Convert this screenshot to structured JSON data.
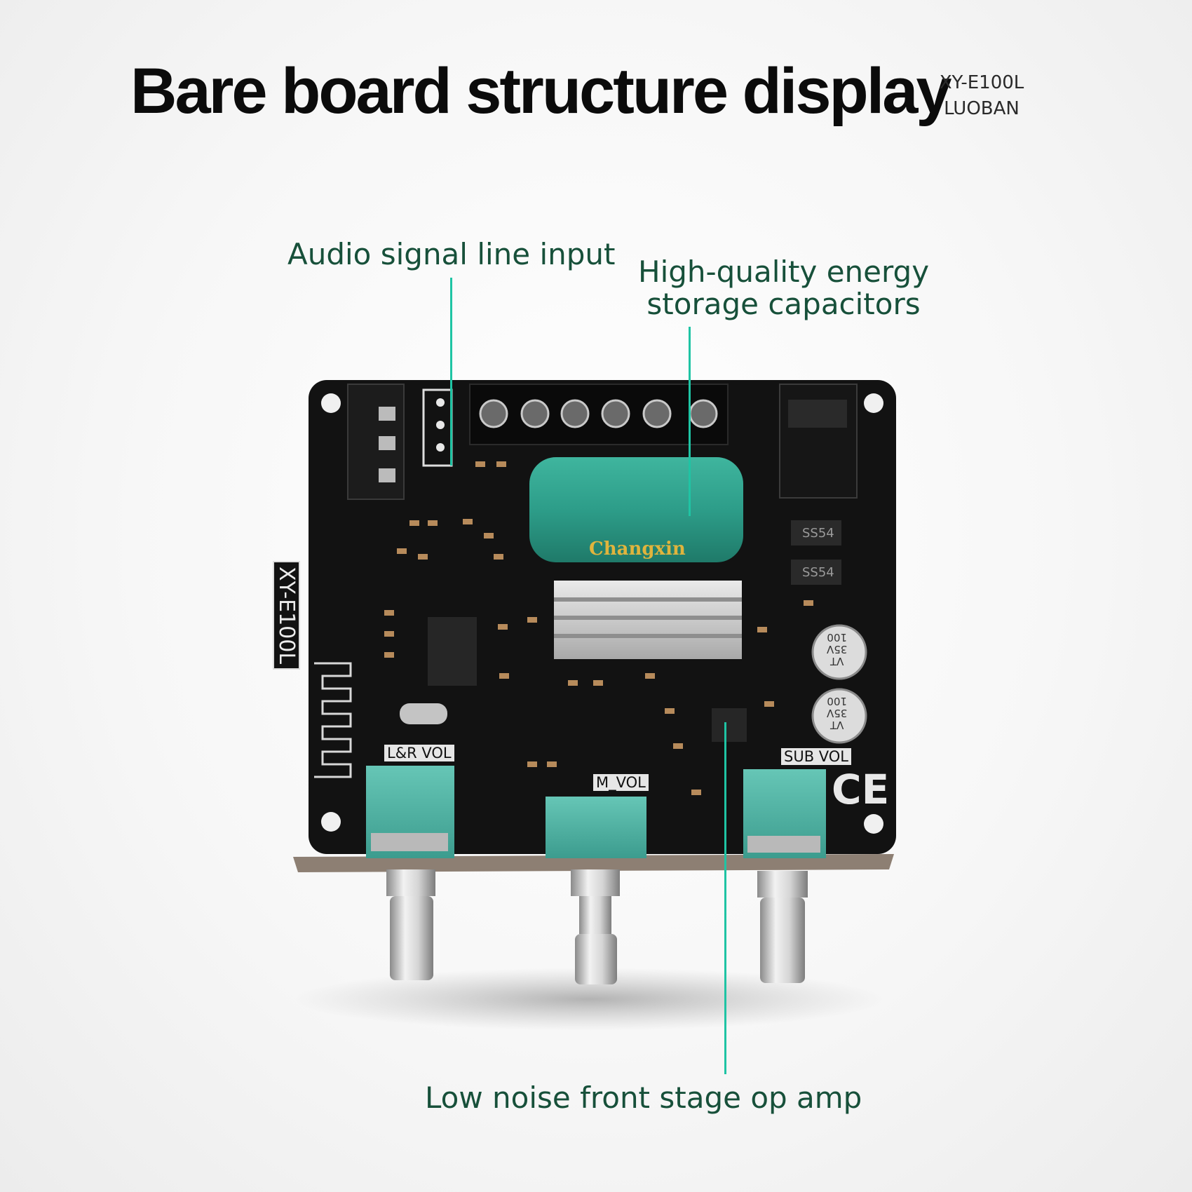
{
  "header": {
    "title": "Bare board structure display",
    "model_line1": "XY-E100L",
    "model_line2": "LUOBAN"
  },
  "callouts": {
    "audio_input": "Audio signal line input",
    "capacitors_line1": "High-quality energy",
    "capacitors_line2": "storage capacitors",
    "op_amp": "Low noise front stage op amp"
  },
  "board": {
    "model_print": "XY-E100L",
    "capacitor_brand": "Changxin",
    "lr_vol_label": "L&R VOL",
    "m_vol_label": "M_VOL",
    "sub_vol_label": "SUB VOL",
    "ce_mark": "CE",
    "diode_code": "SS54",
    "small_cap_value": "100",
    "small_cap_voltage": "35V",
    "small_cap_series": "VT"
  },
  "colors": {
    "accent_line": "#1fc4a4",
    "callout_text": "#17503a",
    "pcb": "#111111",
    "capacitor": "#2c9c88",
    "potentiometer": "#4fb5a6"
  }
}
